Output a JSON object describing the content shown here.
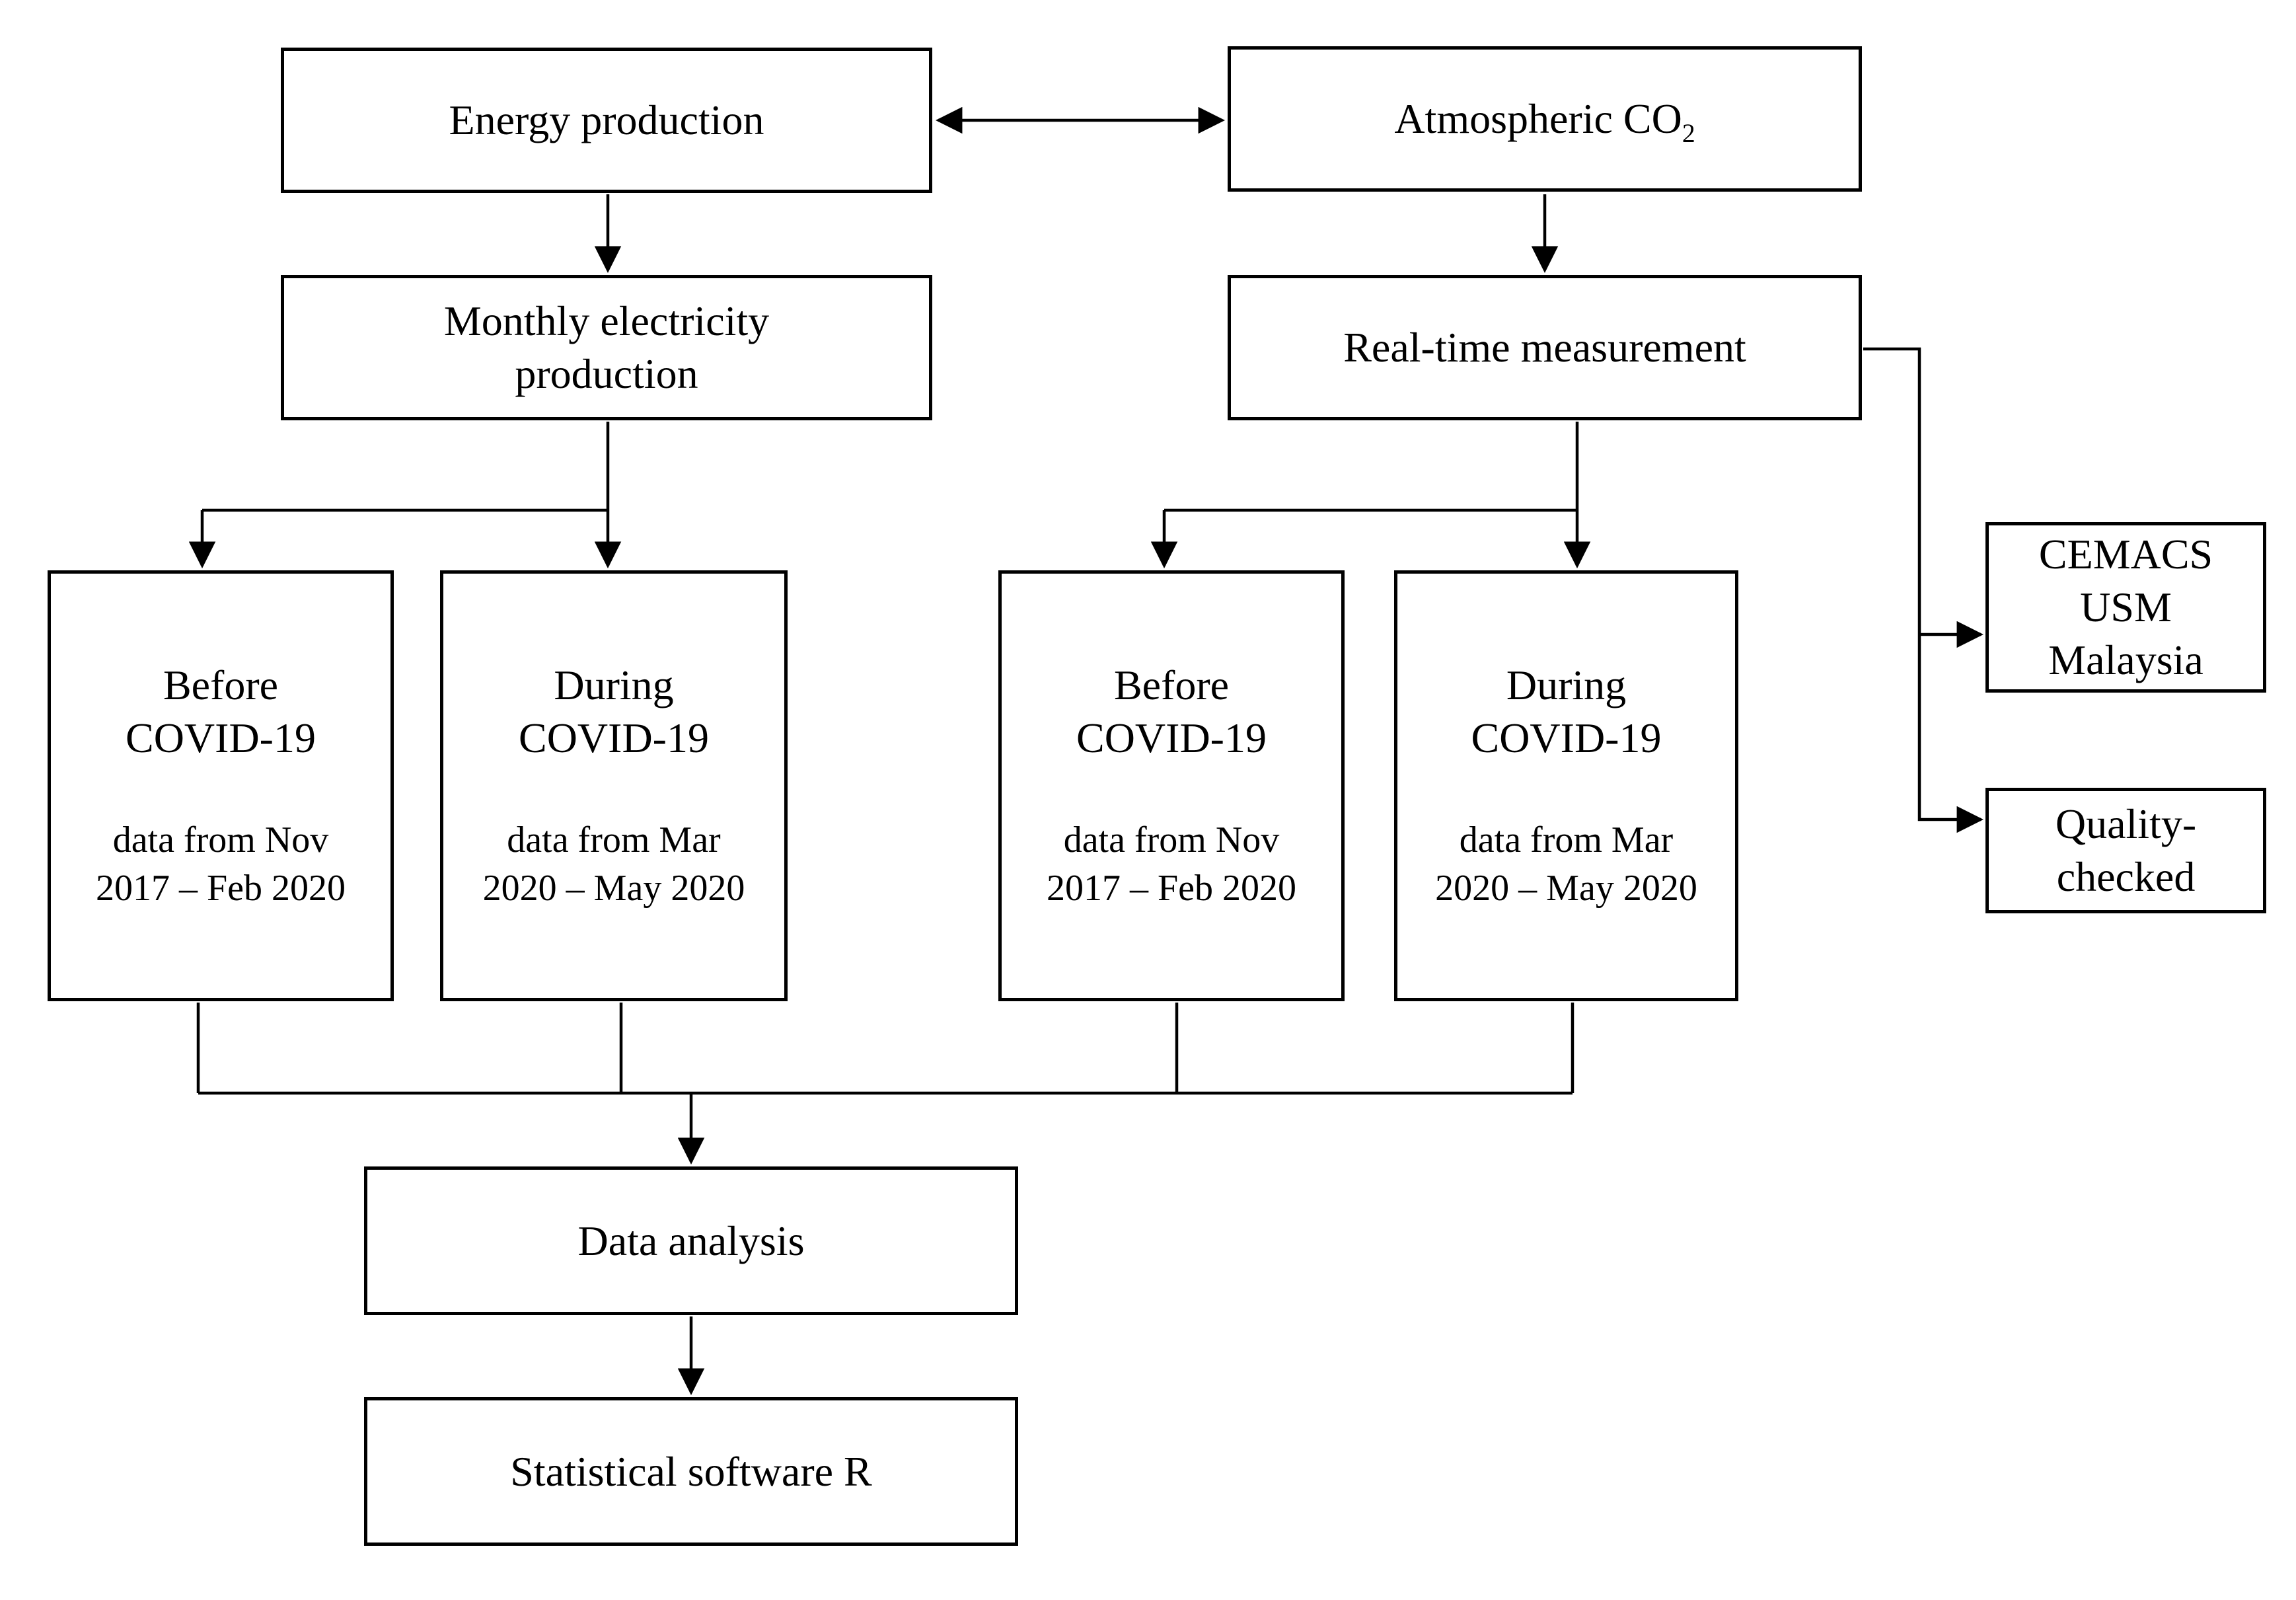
{
  "figure": {
    "ink_color": "#000000",
    "background_color": "#ffffff"
  },
  "nodes": {
    "energy": {
      "label": "Energy production"
    },
    "atmospheric": {
      "label_main": "Atmospheric CO",
      "label_sub": "2"
    },
    "monthly": {
      "label": "Monthly electricity\nproduction"
    },
    "realtime": {
      "label": "Real-time measurement"
    },
    "covid1": {
      "title": "Before\nCOVID-19",
      "subtitle": "data from Nov\n2017 – Feb 2020"
    },
    "covid2": {
      "title": "During\nCOVID-19",
      "subtitle": "data from Mar\n2020 – May 2020"
    },
    "covid3": {
      "title": "Before\nCOVID-19",
      "subtitle": "data from Nov\n2017 – Feb 2020"
    },
    "covid4": {
      "title": "During\nCOVID-19",
      "subtitle": "data from Mar\n2020 – May 2020"
    },
    "cemacs": {
      "label": "CEMACS\nUSM\nMalaysia"
    },
    "quality": {
      "label": "Quality-\nchecked"
    },
    "analysis": {
      "label": "Data analysis"
    },
    "software": {
      "label": "Statistical software R"
    }
  }
}
